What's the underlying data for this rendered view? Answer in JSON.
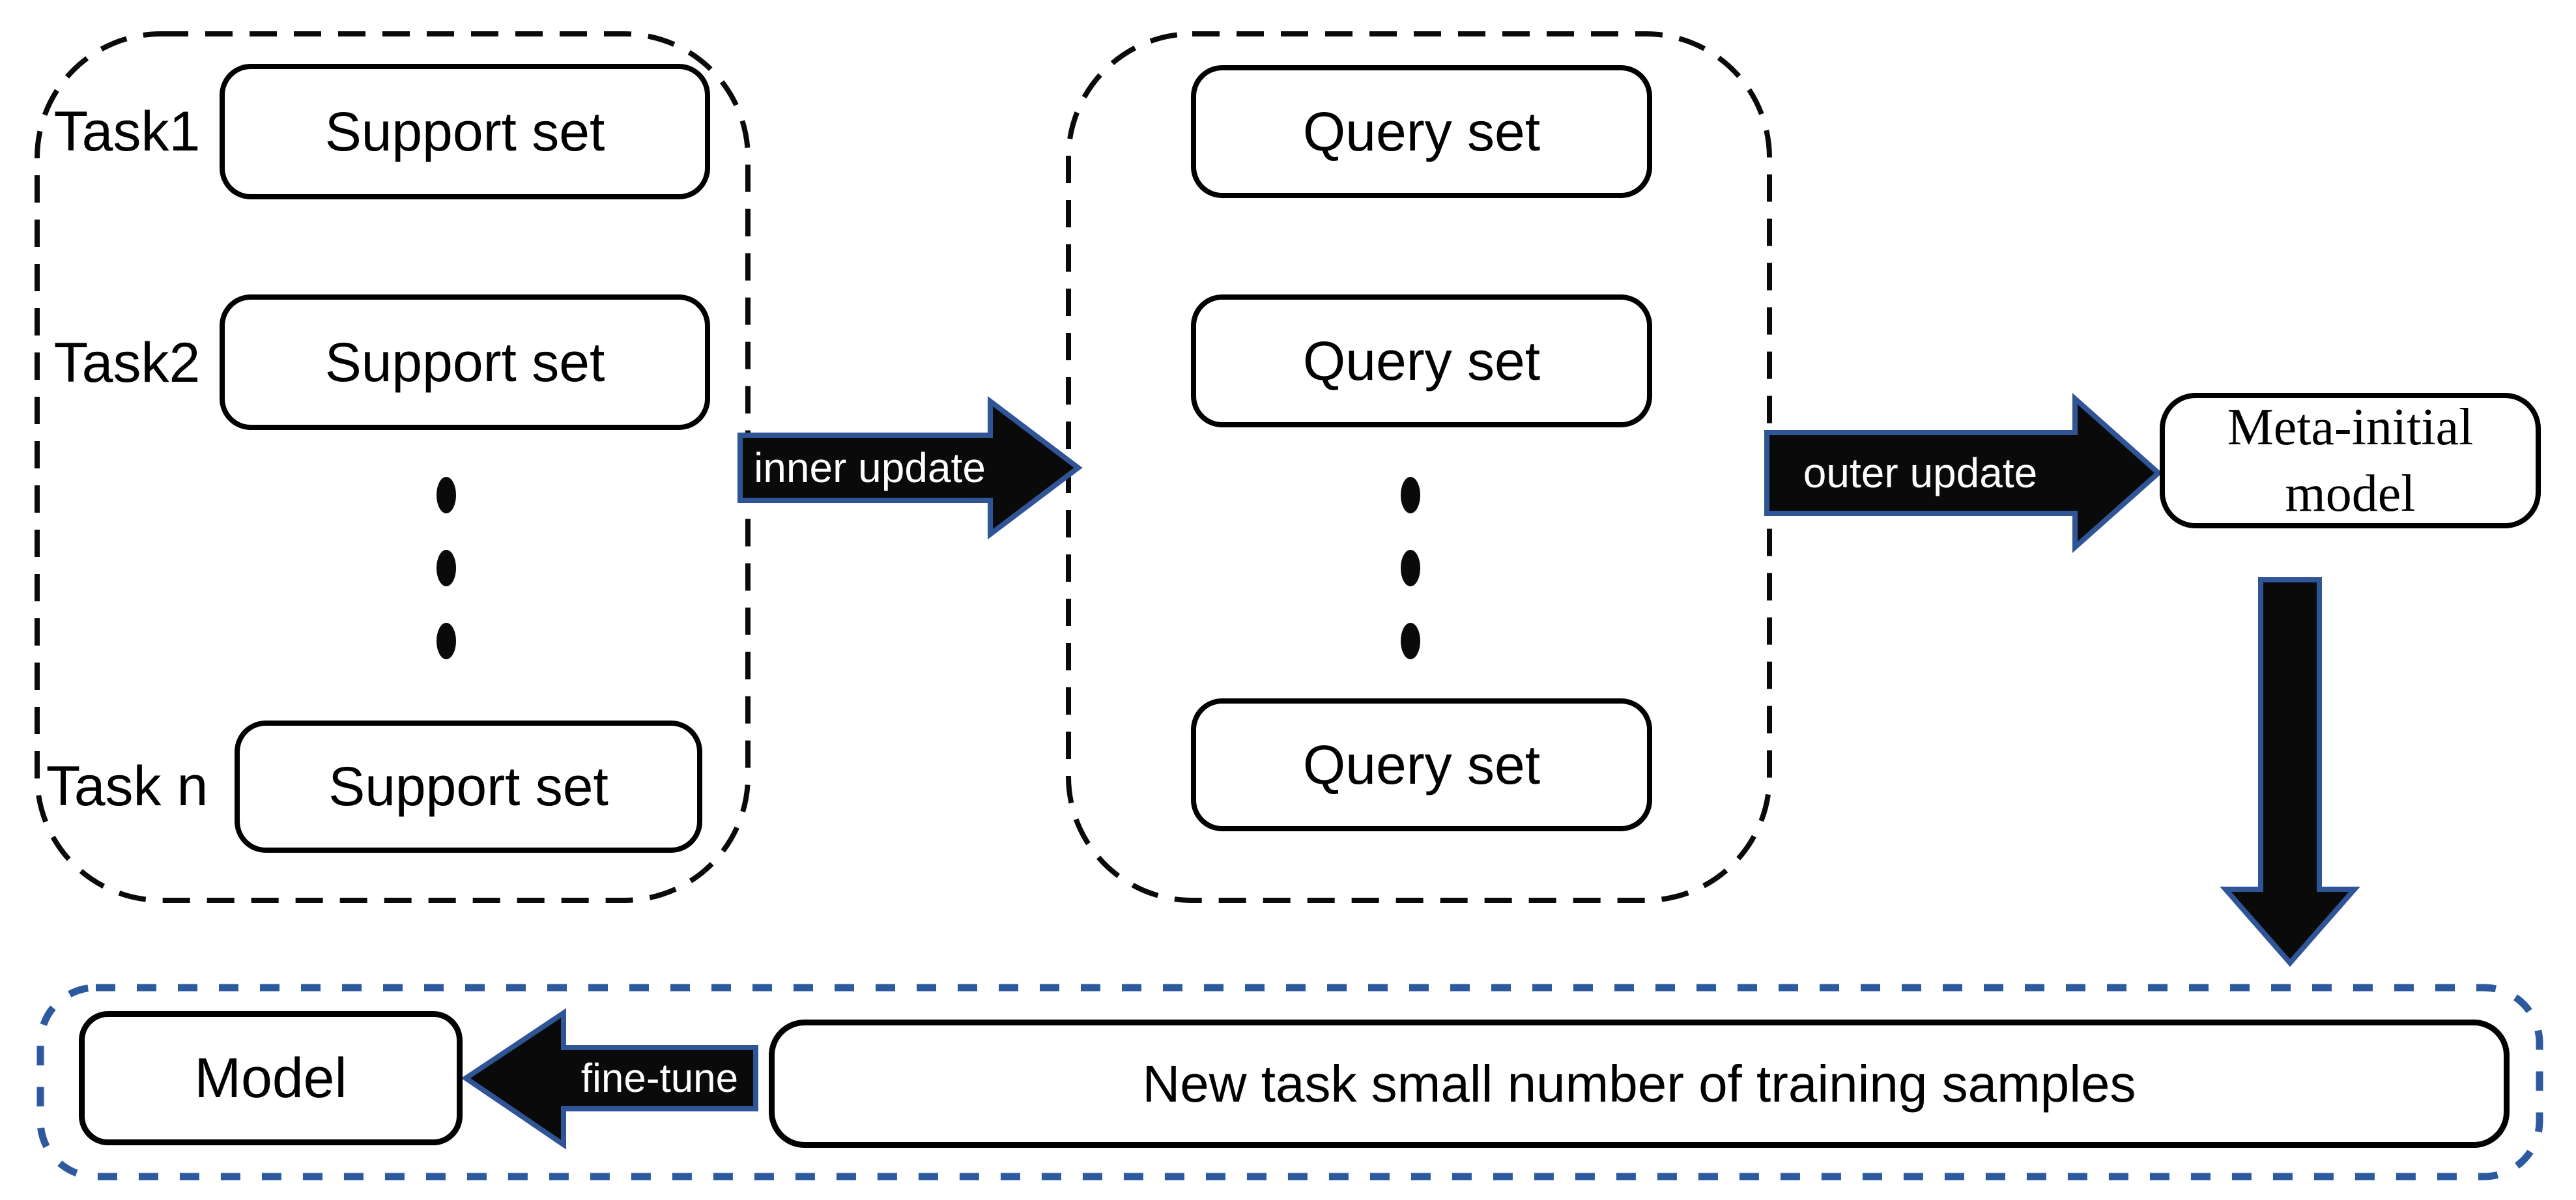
{
  "colors": {
    "accent_blue_dash": "#2d5a9e",
    "arrow_outline_blue": "#2f5597",
    "arrow_fill": "#0a0a0a",
    "ink": "#000000",
    "background": "#ffffff"
  },
  "meta_train": {
    "tasks": [
      {
        "label": "Task1",
        "support": "Support set"
      },
      {
        "label": "Task2",
        "support": "Support set"
      },
      {
        "label": "Task n",
        "support": "Support set"
      }
    ],
    "query_sets": [
      "Query set",
      "Query set",
      "Query set"
    ],
    "inner_arrow": "inner update",
    "outer_arrow": "outer update",
    "meta_model": "Meta-initial model"
  },
  "meta_test": {
    "model": "Model",
    "finetune_arrow": "fine-tune",
    "new_task": "New task small number of training samples"
  }
}
